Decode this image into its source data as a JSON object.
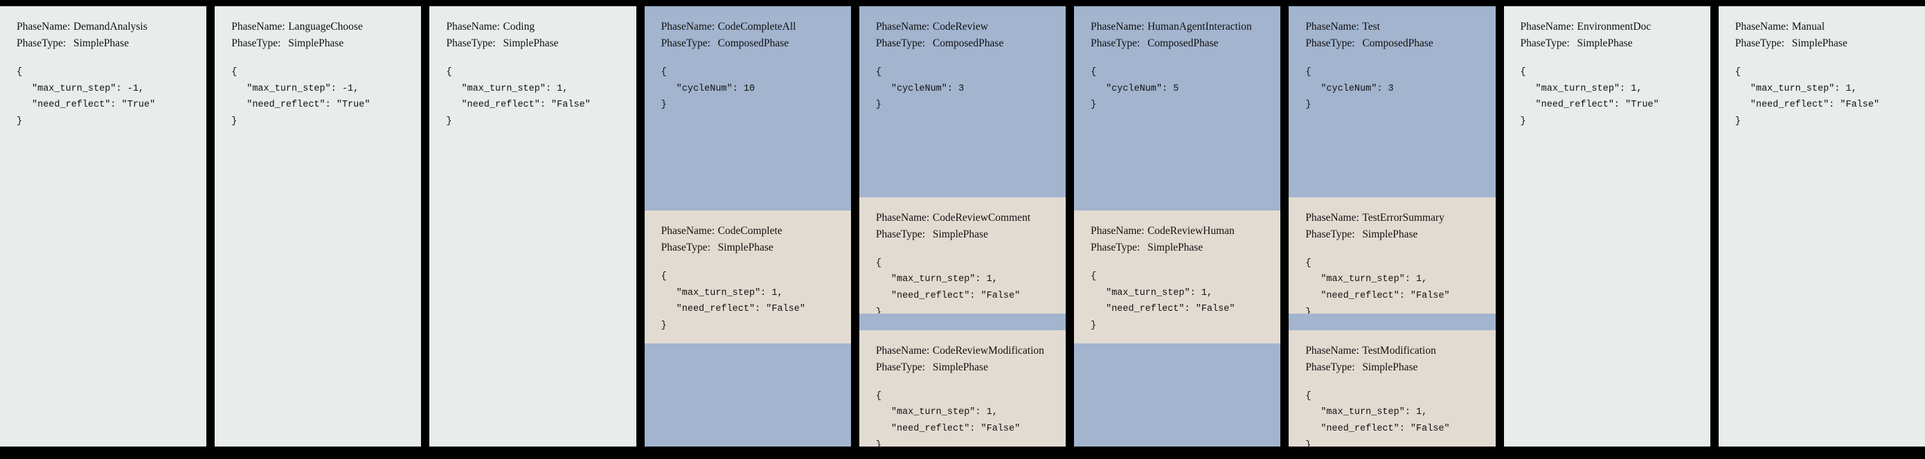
{
  "meta": {
    "key_labels": {
      "name": "PhaseName:",
      "type": "PhaseType:"
    },
    "brace_open": "{",
    "brace_close": "}"
  },
  "colors": {
    "background": "#000000",
    "simple_phase": "#e8eceb",
    "composed_phase": "#a2b4ce",
    "sub_phase": "#e2dbd2",
    "text": "#111111"
  },
  "columns": [
    {
      "id": "demand-analysis",
      "kind": "simple",
      "header": {
        "phase_name": "DemandAnalysis",
        "phase_type": "SimplePhase",
        "json_lines": [
          "\"max_turn_step\": -1,",
          "\"need_reflect\": \"True\""
        ]
      },
      "subphases": []
    },
    {
      "id": "language-choose",
      "kind": "simple",
      "header": {
        "phase_name": "LanguageChoose",
        "phase_type": "SimplePhase",
        "json_lines": [
          "\"max_turn_step\": -1,",
          "\"need_reflect\": \"True\""
        ]
      },
      "subphases": []
    },
    {
      "id": "coding",
      "kind": "simple",
      "header": {
        "phase_name": "Coding",
        "phase_type": "SimplePhase",
        "json_lines": [
          "\"max_turn_step\": 1,",
          "\"need_reflect\": \"False\""
        ]
      },
      "subphases": []
    },
    {
      "id": "code-complete-all",
      "kind": "composed",
      "header": {
        "phase_name": "CodeCompleteAll",
        "phase_type": "ComposedPhase",
        "json_lines": [
          "\"cycleNum\": 10"
        ]
      },
      "subphases": [
        {
          "id": "code-complete",
          "phase_name": "CodeComplete",
          "phase_type": "SimplePhase",
          "json_lines": [
            "\"max_turn_step\": 1,",
            "\"need_reflect\": \"False\""
          ]
        }
      ]
    },
    {
      "id": "code-review",
      "kind": "composed",
      "header": {
        "phase_name": "CodeReview",
        "phase_type": "ComposedPhase",
        "json_lines": [
          "\"cycleNum\": 3"
        ]
      },
      "subphases": [
        {
          "id": "code-review-comment",
          "phase_name": "CodeReviewComment",
          "phase_type": "SimplePhase",
          "json_lines": [
            "\"max_turn_step\": 1,",
            "\"need_reflect\": \"False\""
          ]
        },
        {
          "id": "code-review-modification",
          "phase_name": "CodeReviewModification",
          "phase_type": "SimplePhase",
          "json_lines": [
            "\"max_turn_step\": 1,",
            "\"need_reflect\": \"False\""
          ]
        }
      ]
    },
    {
      "id": "human-agent-interaction",
      "kind": "composed",
      "header": {
        "phase_name": "HumanAgentInteraction",
        "phase_type": "ComposedPhase",
        "json_lines": [
          "\"cycleNum\": 5"
        ]
      },
      "subphases": [
        {
          "id": "code-review-human",
          "phase_name": "CodeReviewHuman",
          "phase_type": "SimplePhase",
          "json_lines": [
            "\"max_turn_step\": 1,",
            "\"need_reflect\": \"False\""
          ]
        }
      ]
    },
    {
      "id": "test",
      "kind": "composed",
      "header": {
        "phase_name": "Test",
        "phase_type": "ComposedPhase",
        "json_lines": [
          "\"cycleNum\": 3"
        ]
      },
      "subphases": [
        {
          "id": "test-error-summary",
          "phase_name": "TestErrorSummary",
          "phase_type": "SimplePhase",
          "json_lines": [
            "\"max_turn_step\": 1,",
            "\"need_reflect\": \"False\""
          ]
        },
        {
          "id": "test-modification",
          "phase_name": "TestModification",
          "phase_type": "SimplePhase",
          "json_lines": [
            "\"max_turn_step\": 1,",
            "\"need_reflect\": \"False\""
          ]
        }
      ]
    },
    {
      "id": "environment-doc",
      "kind": "simple",
      "header": {
        "phase_name": "EnvironmentDoc",
        "phase_type": "SimplePhase",
        "json_lines": [
          "\"max_turn_step\": 1,",
          "\"need_reflect\": \"True\""
        ]
      },
      "subphases": []
    },
    {
      "id": "manual",
      "kind": "simple",
      "header": {
        "phase_name": "Manual",
        "phase_type": "SimplePhase",
        "json_lines": [
          "\"max_turn_step\": 1,",
          "\"need_reflect\": \"False\""
        ]
      },
      "subphases": []
    }
  ]
}
